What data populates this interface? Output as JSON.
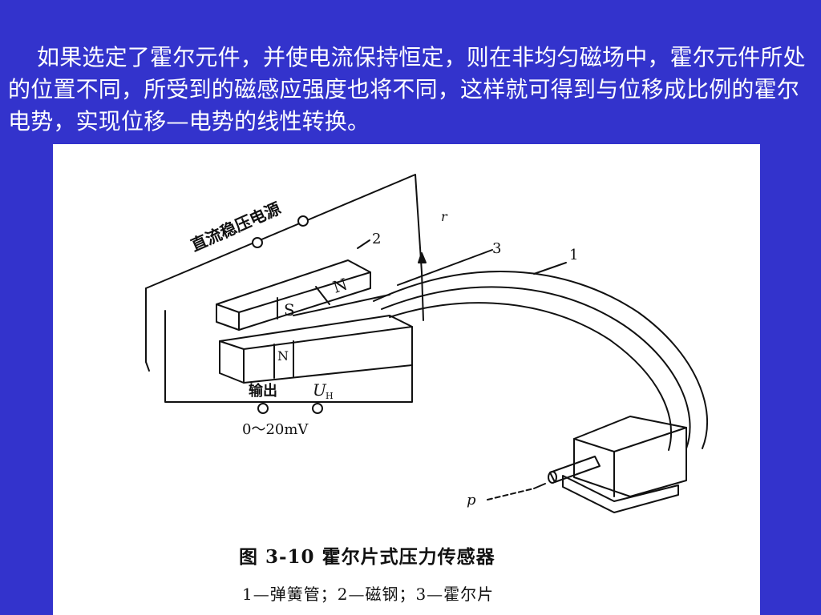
{
  "slide": {
    "paragraph": "如果选定了霍尔元件，并使电流保持恒定，则在非均匀磁场中，霍尔元件所处的位置不同，所受到的磁感应强度也将不同，这样就可得到与位移成比例的霍尔电势，实现位移—电势的线性转换。"
  },
  "figure": {
    "power_label": "直流稳压电源",
    "output_label": "输出",
    "output_symbol": "U",
    "output_subscript": "H",
    "range_label": "0～20mV",
    "pole_n_top": "N",
    "pole_s": "S",
    "pole_n_bottom": "N",
    "part_1": "1",
    "part_2": "2",
    "part_3": "3",
    "r_label": "r",
    "p_label": "p",
    "caption": "图 3-10   霍尔片式压力传感器",
    "legend": "1—弹簧管；2—磁钢；3—霍尔片",
    "colors": {
      "background": "#3333cc",
      "text": "#ffffff",
      "panel": "#ffffff",
      "ink": "#111111"
    }
  }
}
